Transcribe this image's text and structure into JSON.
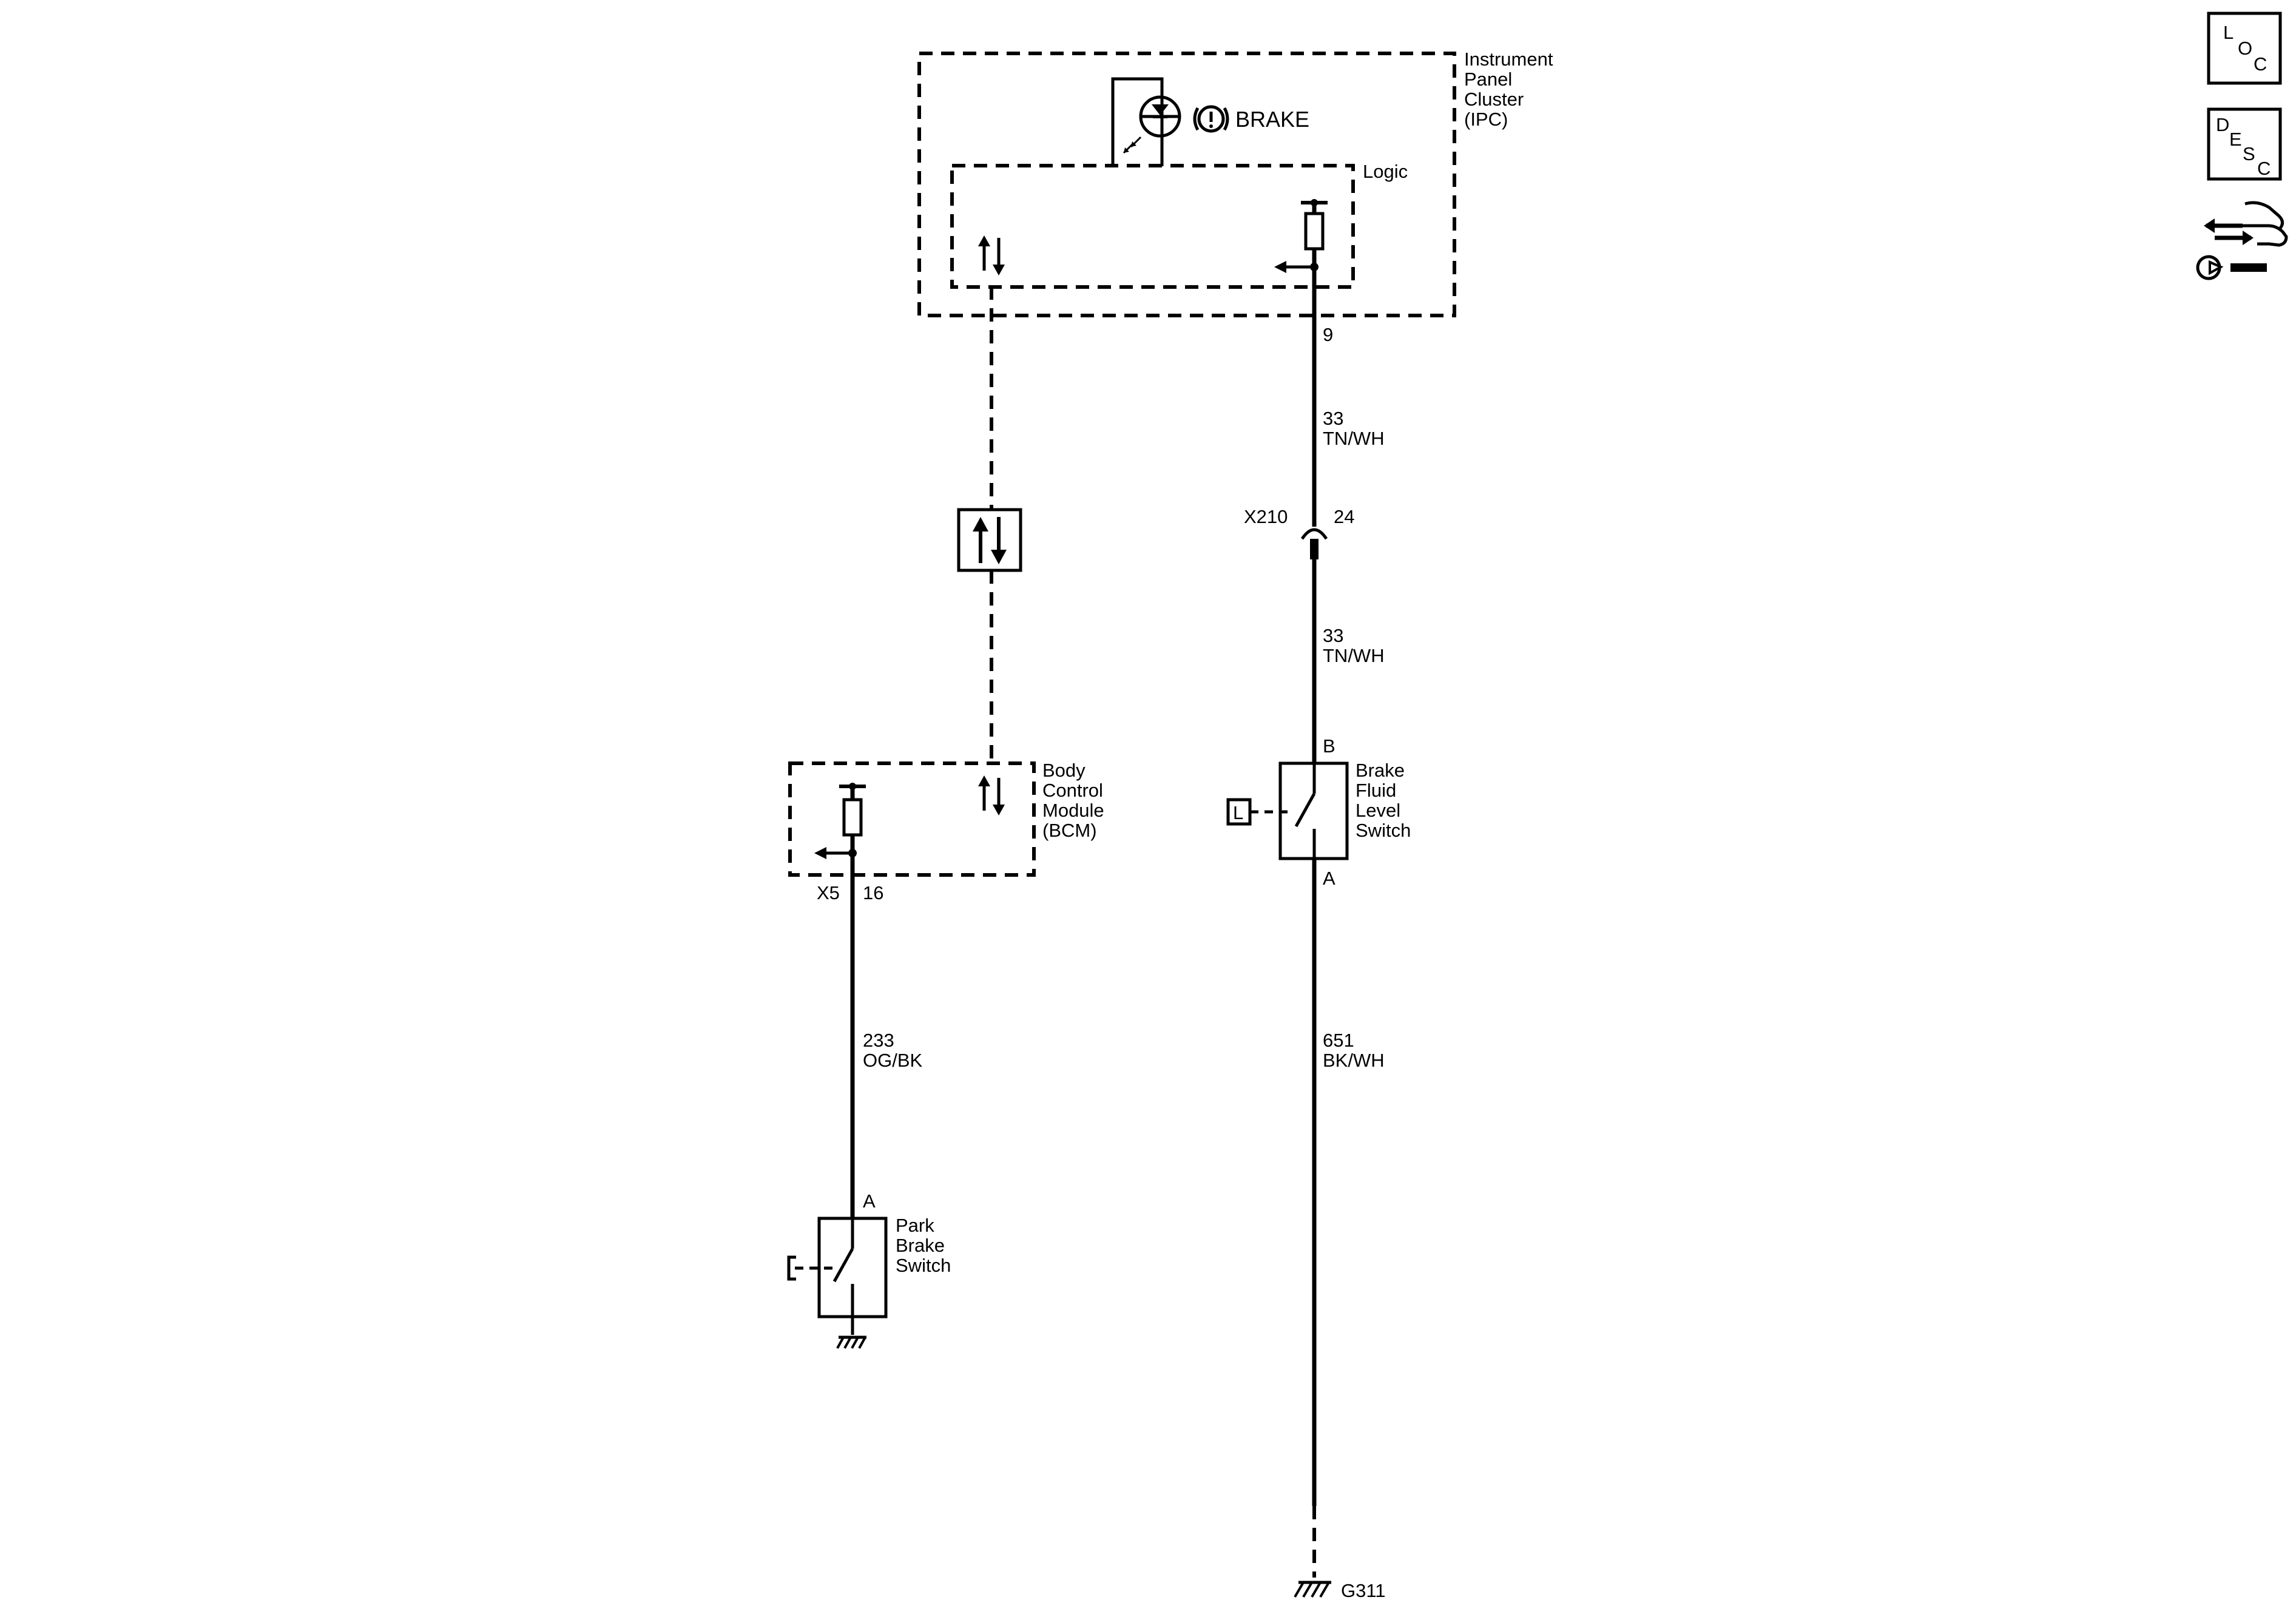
{
  "ipc": {
    "name_line1": "Instrument",
    "name_line2": "Panel",
    "name_line3": "Cluster",
    "name_line4": "(IPC)",
    "logic_label": "Logic",
    "indicator_text": "BRAKE",
    "pin": "9"
  },
  "circuit_ipc": {
    "number": "33",
    "color": "TN/WH"
  },
  "connector_x210": {
    "name": "X210",
    "pin": "24"
  },
  "circuit_switch": {
    "number": "33",
    "color": "TN/WH"
  },
  "brake_fluid_switch": {
    "name_line1": "Brake",
    "name_line2": "Fluid",
    "name_line3": "Level",
    "name_line4": "Switch",
    "pin_top": "B",
    "pin_bottom": "A",
    "badge": "L"
  },
  "circuit_ground": {
    "number": "651",
    "color": "BK/WH"
  },
  "ground": {
    "name": "G311"
  },
  "bcm": {
    "name_line1": "Body",
    "name_line2": "Control",
    "name_line3": "Module",
    "name_line4": "(BCM)",
    "connector": "X5",
    "pin": "16"
  },
  "circuit_park": {
    "number": "233",
    "color": "OG/BK"
  },
  "park_brake_switch": {
    "name_line1": "Park",
    "name_line2": "Brake",
    "name_line3": "Switch",
    "pin": "A"
  },
  "side_icons": {
    "loc": {
      "l1": "L",
      "l2": "O",
      "l3": "C"
    },
    "desc": {
      "l1": "D",
      "l2": "E",
      "l3": "S",
      "l4": "C"
    },
    "repair_icon": "hand-wrench-icon"
  }
}
